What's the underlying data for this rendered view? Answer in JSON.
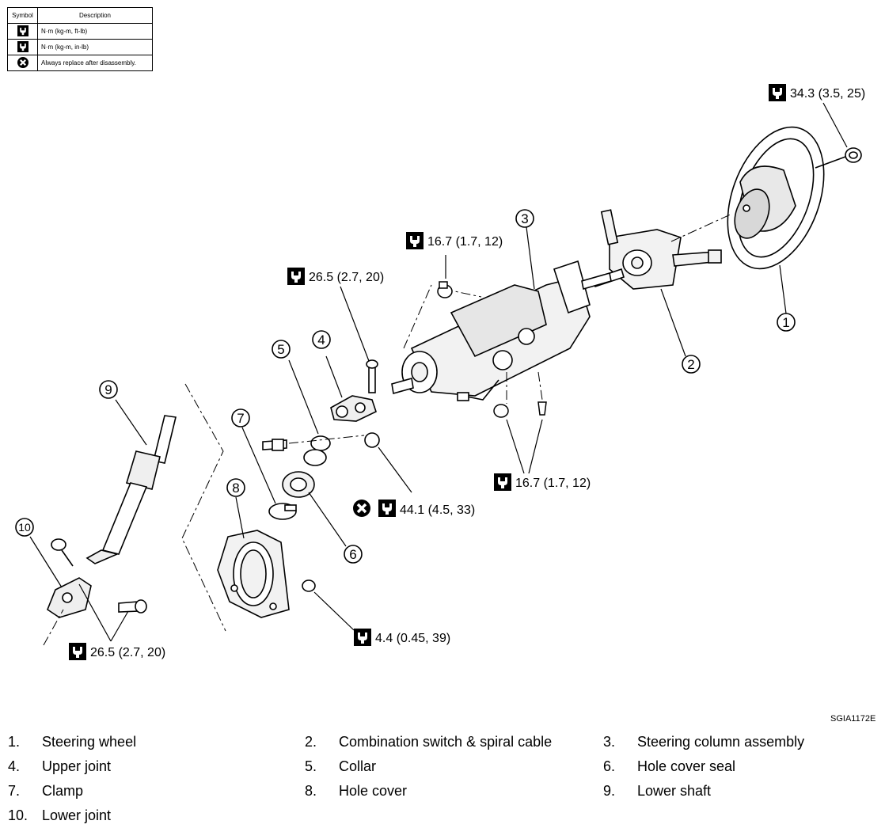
{
  "legend": {
    "header_symbol": "Symbol",
    "header_description": "Description",
    "rows": [
      {
        "icon": "torque-wrench-icon",
        "description": "N·m (kg-m, ft-lb)"
      },
      {
        "icon": "torque-wrench-inlb-icon",
        "description": "N·m (kg-m, in-lb)"
      },
      {
        "icon": "always-replace-icon",
        "description": "Always replace after disassembly."
      }
    ]
  },
  "torques": {
    "wheel_nut": "34.3 (3.5, 25)",
    "column_upper_bolt": "16.7 (1.7, 12)",
    "upper_joint_bolt": "26.5 (2.7, 20)",
    "column_lower_nuts": "16.7 (1.7, 12)",
    "upper_joint_nut": "44.1 (4.5, 33)",
    "hole_cover_nut": "4.4 (0.45, 39)",
    "lower_joint_bolts": "26.5 (2.7, 20)"
  },
  "callouts": [
    "1",
    "2",
    "3",
    "4",
    "5",
    "6",
    "7",
    "8",
    "9",
    "10"
  ],
  "figure_code": "SGIA1172E",
  "parts": [
    {
      "num": "1.",
      "name": "Steering wheel"
    },
    {
      "num": "2.",
      "name": "Combination switch & spiral cable"
    },
    {
      "num": "3.",
      "name": "Steering column assembly"
    },
    {
      "num": "4.",
      "name": "Upper joint"
    },
    {
      "num": "5.",
      "name": "Collar"
    },
    {
      "num": "6.",
      "name": "Hole cover seal"
    },
    {
      "num": "7.",
      "name": "Clamp"
    },
    {
      "num": "8.",
      "name": "Hole cover"
    },
    {
      "num": "9.",
      "name": "Lower shaft"
    },
    {
      "num": "10.",
      "name": "Lower joint"
    }
  ]
}
